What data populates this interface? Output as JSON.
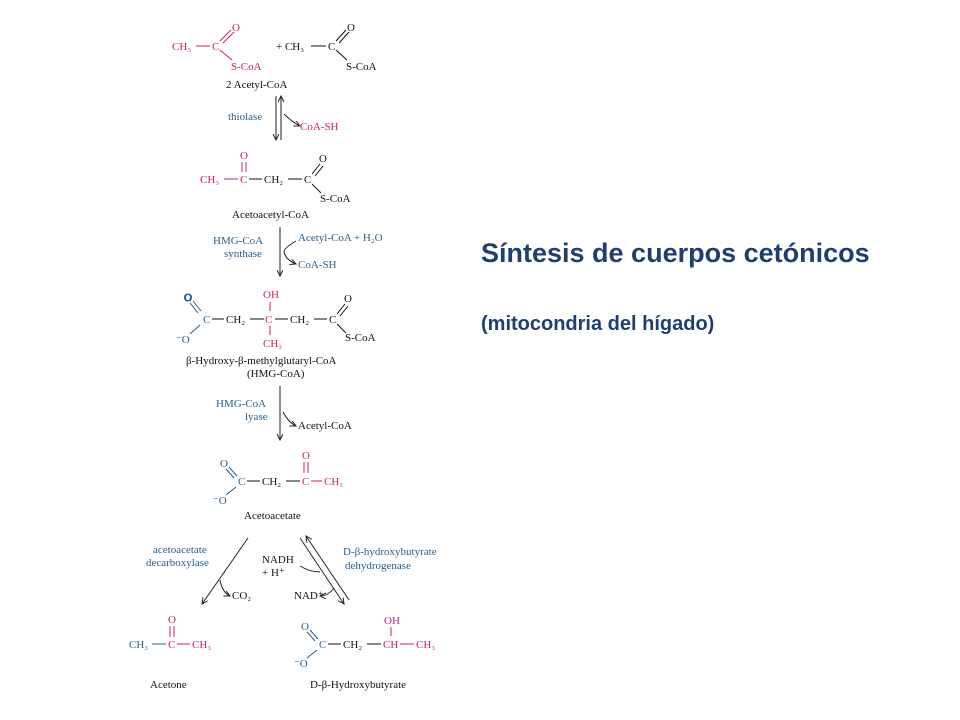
{
  "title": "Síntesis de cuerpos cetónicos",
  "subtitle": "(mitocondria del hígado)",
  "colors": {
    "title": "#1f3f6e",
    "enzyme": "#2a5d8a",
    "highlight": "#cc1f6e",
    "text": "#111111"
  },
  "atoms": {
    "ch3": "CH₃",
    "ch2": "CH₂",
    "ch": "CH",
    "c": "C",
    "o": "O",
    "o_minus": "⁻O",
    "oh": "OH",
    "s_coa": "S-CoA",
    "plus_ch3": "+ CH₃"
  },
  "compounds": {
    "acetyl_coa_2": "2 Acetyl-CoA",
    "acetoacetyl_coa": "Acetoacetyl-CoA",
    "hmg_coa_line1": "β-Hydroxy-β-methylglutaryl-CoA",
    "hmg_coa_line2": "(HMG-CoA)",
    "acetoacetate": "Acetoacetate",
    "acetone": "Acetone",
    "d_hydroxybutyrate": "D-β-Hydroxybutyrate"
  },
  "enzymes": {
    "thiolase": "thiolase",
    "hmg_synthase_1": "HMG-CoA",
    "hmg_synthase_2": "synthase",
    "hmg_lyase_1": "HMG-CoA",
    "hmg_lyase_2": "lyase",
    "decarboxylase_1": "acetoacetate",
    "decarboxylase_2": "decarboxylase",
    "dehydrogenase_1": "D-β-hydroxybutyrate",
    "dehydrogenase_2": "dehydrogenase"
  },
  "cosubstrates": {
    "coa_sh_1": "CoA-SH",
    "acetyl_coa_h2o": "Acetyl-CoA + H₂O",
    "coa_sh_2": "CoA-SH",
    "acetyl_coa_out": "Acetyl-CoA",
    "nadh": "NADH",
    "h_plus": "+ H⁺",
    "nad_plus": "NAD⁺",
    "co2": "CO₂"
  }
}
